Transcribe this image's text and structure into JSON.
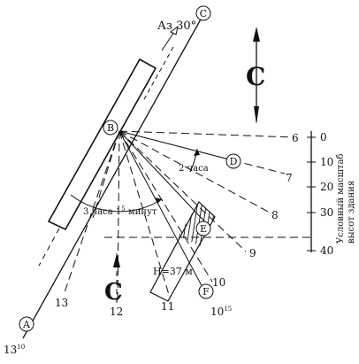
{
  "colors": {
    "ink": "#111111",
    "background": "#ffffff"
  },
  "azimuth_label": "Аз 30°",
  "north_letter": "С",
  "point_labels": {
    "A": "A",
    "B": "B",
    "C": "C",
    "D": "D",
    "E": "E",
    "F": "F"
  },
  "time_labels": {
    "two_hours": "2 часа",
    "three_hours_prefix": "3 часа 1",
    "three_hours_sup": "5",
    "three_hours_suffix": " минут"
  },
  "height_label": "H=37 м",
  "ray_numbers": {
    "r6": "6",
    "r7": "7",
    "r8": "8",
    "r9": "9",
    "r10": "10",
    "r11": "11",
    "r12": "12",
    "r13": "13"
  },
  "time_marks": {
    "t1015_base": "10",
    "t1015_sup": "15",
    "t1310_base": "13",
    "t1310_sup": "10"
  },
  "scale": {
    "title_line1": "Условный масштаб",
    "title_line2": "высот здания",
    "ticks": [
      "0",
      "10",
      "20",
      "30",
      "40"
    ]
  }
}
